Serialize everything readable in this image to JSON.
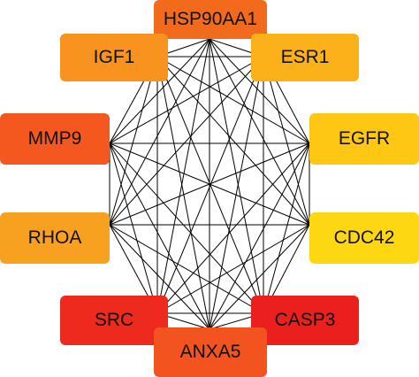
{
  "nodes": [
    {
      "id": "HSP90AA1",
      "label": "HSP90AA1",
      "color": "#F26B1D"
    },
    {
      "id": "IGF1",
      "label": "IGF1",
      "color": "#F7931E"
    },
    {
      "id": "ESR1",
      "label": "ESR1",
      "color": "#FBB21A"
    },
    {
      "id": "MMP9",
      "label": "MMP9",
      "color": "#F4581E"
    },
    {
      "id": "EGFR",
      "label": "EGFR",
      "color": "#FDC713"
    },
    {
      "id": "RHOA",
      "label": "RHOA",
      "color": "#F8A020"
    },
    {
      "id": "CDC42",
      "label": "CDC42",
      "color": "#FDD712"
    },
    {
      "id": "SRC",
      "label": "SRC",
      "color": "#EE2A1E"
    },
    {
      "id": "CASP3",
      "label": "CASP3",
      "color": "#EC1F1F"
    },
    {
      "id": "ANXA5",
      "label": "ANXA5",
      "color": "#F2531F"
    }
  ],
  "edges": "complete-graph",
  "edge_color": "#000000"
}
